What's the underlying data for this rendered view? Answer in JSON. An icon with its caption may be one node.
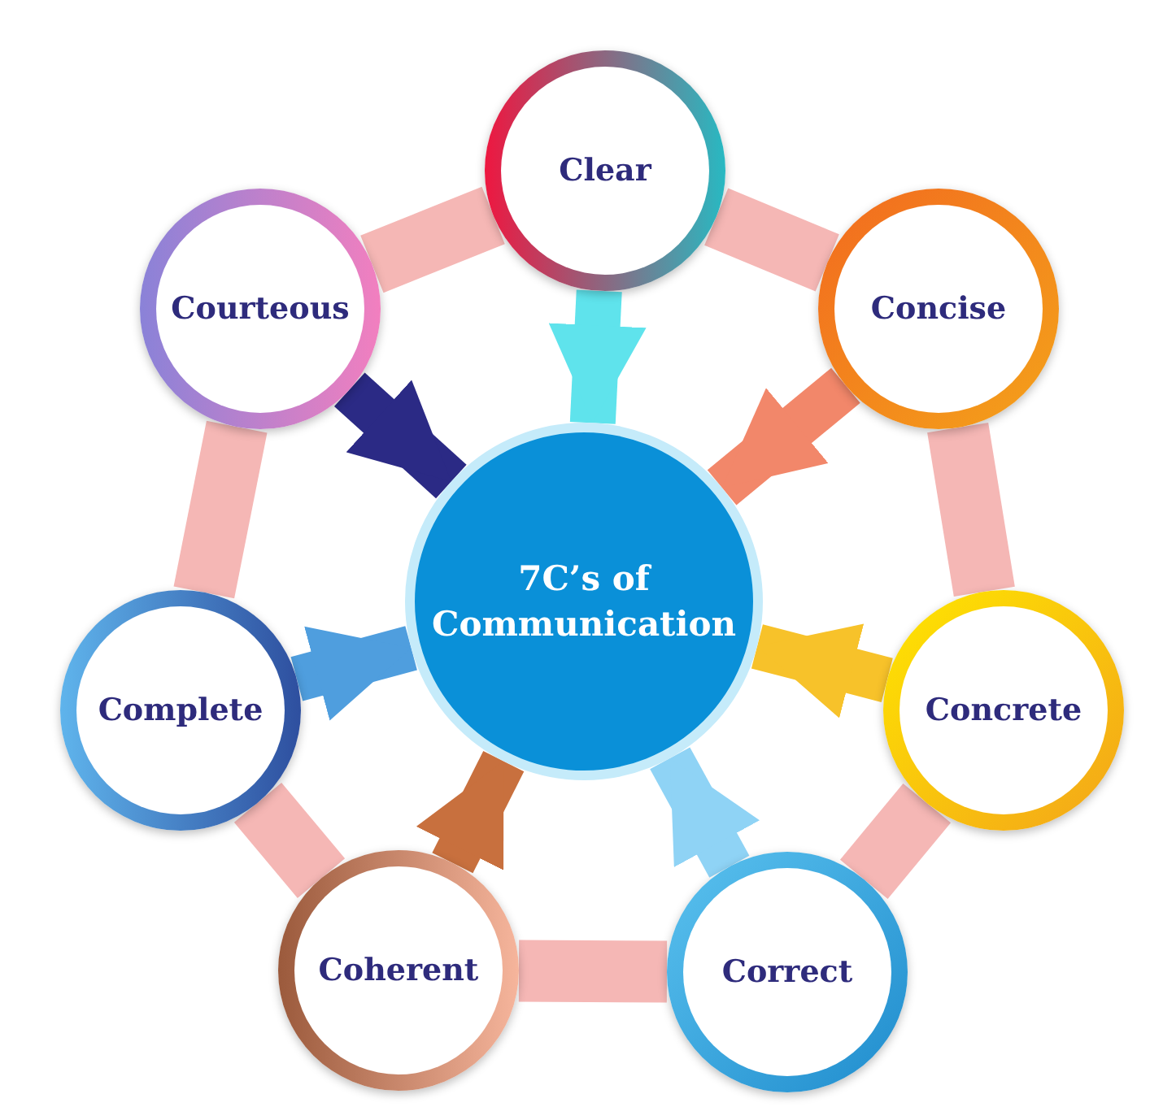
{
  "diagram": {
    "nodes": [
      {
        "text": [
          "7C’s of Communication"
        ]
      },
      {
        "text": [
          "Clear"
        ]
      },
      {
        "text": [
          "Concise"
        ]
      },
      {
        "text": [
          "Concrete"
        ]
      },
      {
        "text": [
          "Correct"
        ]
      },
      {
        "text": [
          "Coherent"
        ]
      },
      {
        "text": [
          "Complete"
        ]
      },
      {
        "text": [
          "Courteous"
        ]
      }
    ],
    "edges": [
      {
        "from": 1,
        "to": 2,
        "arrow": "none",
        "color": "#f5b7b5"
      },
      {
        "from": 2,
        "to": 3,
        "arrow": "none",
        "color": "#f5b7b5"
      },
      {
        "from": 3,
        "to": 4,
        "arrow": "none",
        "color": "#f5b7b5"
      },
      {
        "from": 4,
        "to": 5,
        "arrow": "none",
        "color": "#f5b7b5"
      },
      {
        "from": 5,
        "to": 6,
        "arrow": "none",
        "color": "#f5b7b5"
      },
      {
        "from": 6,
        "to": 7,
        "arrow": "none",
        "color": "#f5b7b5"
      },
      {
        "from": 7,
        "to": 1,
        "arrow": "none",
        "color": "#f5b7b5"
      },
      {
        "from": 1,
        "to": 0,
        "arrow": "to",
        "color": "#5fe3ec"
      },
      {
        "from": 2,
        "to": 0,
        "arrow": "to",
        "color": "#f2876a"
      },
      {
        "from": 3,
        "to": 0,
        "arrow": "to",
        "color": "#f7c22a"
      },
      {
        "from": 4,
        "to": 0,
        "arrow": "to",
        "color": "#8fd3f5"
      },
      {
        "from": 5,
        "to": 0,
        "arrow": "to",
        "color": "#c8703e"
      },
      {
        "from": 6,
        "to": 0,
        "arrow": "to",
        "color": "#4f9ede"
      },
      {
        "from": 7,
        "to": 0,
        "arrow": "to",
        "color": "#2b2a85"
      }
    ]
  }
}
